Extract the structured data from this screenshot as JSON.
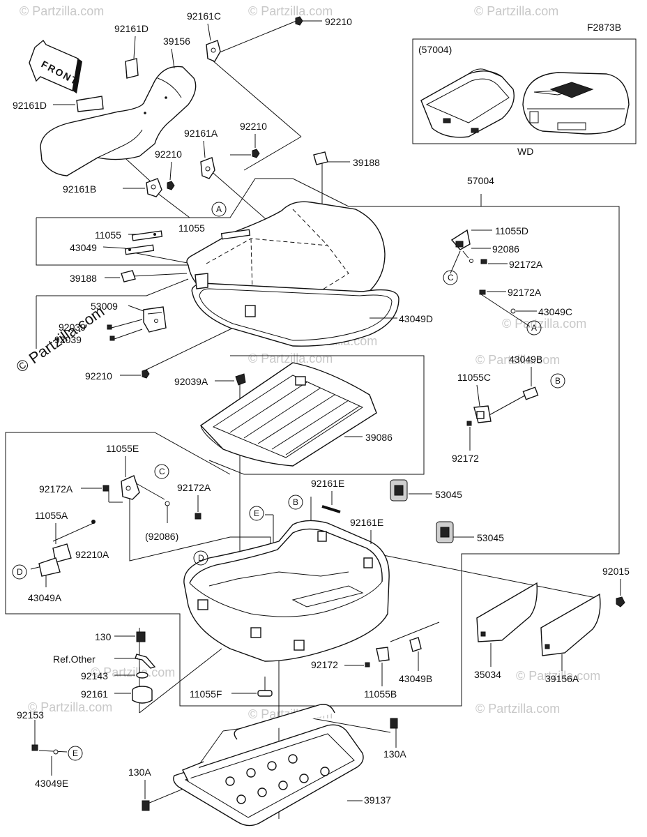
{
  "diagram": {
    "ref_code": "F2873B",
    "front_arrow_text": "FRONT",
    "inset": {
      "code_label": "(57004)",
      "caption": "WD"
    },
    "watermark": "© Partzilla.com",
    "labels": {
      "l92161D": "92161D",
      "l39156": "39156",
      "l92161C": "92161C",
      "l92210_top": "92210",
      "l92161D_b": "92161D",
      "l92161A": "92161A",
      "l92210_mid": "92210",
      "l92210_mid2": "92210",
      "l92161B": "92161B",
      "l39188_top": "39188",
      "l57004": "57004",
      "l11055_a": "11055",
      "l11055_b": "11055",
      "l43049": "43049",
      "l39188_left": "39188",
      "l11055D": "11055D",
      "l92086": "92086",
      "l92172A_r1": "92172A",
      "l92172A_r2": "92172A",
      "l43049C": "43049C",
      "l53009": "53009",
      "l92039": "92039",
      "l92039b": "92039",
      "l43049D": "43049D",
      "l92210_low": "92210",
      "l92039A": "92039A",
      "l43049B_r": "43049B",
      "l11055C": "11055C",
      "l92172_r": "92172",
      "l39086": "39086",
      "l11055E": "11055E",
      "l92172A_l": "92172A",
      "l92172A_m": "92172A",
      "l92086p": "(92086)",
      "l11055A": "11055A",
      "l92210A": "92210A",
      "l43049A": "43049A",
      "l92161E_1": "92161E",
      "l92161E_2": "92161E",
      "l53045_1": "53045",
      "l53045_2": "53045",
      "l92015": "92015",
      "l130": "130",
      "lRefOther": "Ref.Other",
      "l92143": "92143",
      "l92161": "92161",
      "l92172_b": "92172",
      "l43049B_b": "43049B",
      "l11055B": "11055B",
      "l35034": "35034",
      "l39156A": "39156A",
      "l11055F": "11055F",
      "l92153": "92153",
      "l43049E": "43049E",
      "l130A_r": "130A",
      "l130A_l": "130A",
      "l39137": "39137"
    },
    "callouts": {
      "A1": "A",
      "A2": "A",
      "B1": "B",
      "B2": "B",
      "C1": "C",
      "C2": "C",
      "D1": "D",
      "D2": "D",
      "E1": "E",
      "E2": "E"
    }
  }
}
